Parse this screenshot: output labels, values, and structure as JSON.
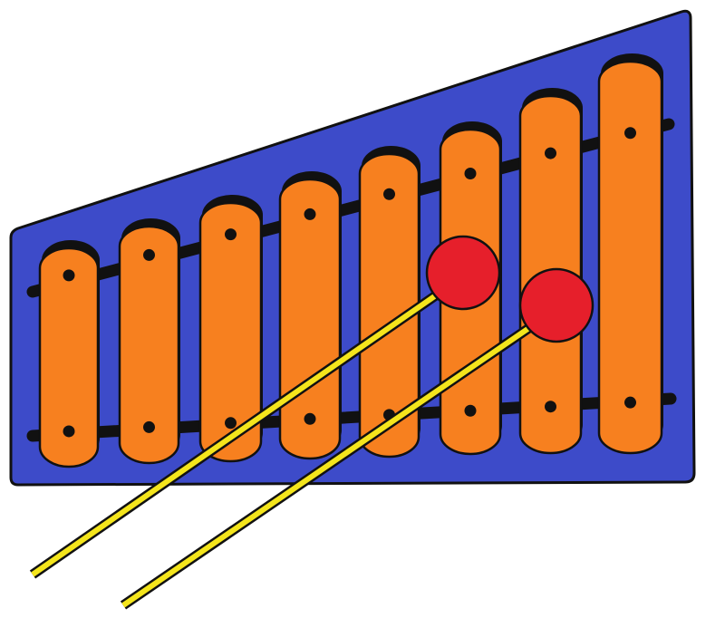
{
  "illustration": {
    "subject": "xylophone",
    "bar_count": 8,
    "mallet_count": 2,
    "colors": {
      "board": "#3d4bc9",
      "bar": "#f7801f",
      "mallet_head": "#e61f2b",
      "mallet_stick": "#f4e51c",
      "outline": "#111111",
      "background": "#ffffff"
    }
  }
}
